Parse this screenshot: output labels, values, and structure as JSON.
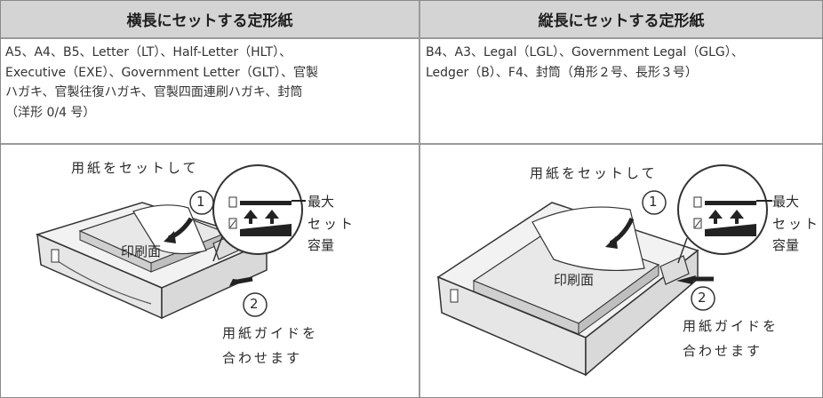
{
  "headers": {
    "landscape": "横長にセットする定形紙",
    "portrait": "縦長にセットする定形紙"
  },
  "landscape_paper_list": {
    "line1": "A5、A4、B5、Letter（LT）、Half-Letter（HLT）、",
    "line2": "Executive（EXE）、Government Letter（GLT）、官製",
    "line3": "ハガキ、官製往復ハガキ、官製四面連刷ハガキ、封筒",
    "line4": "（洋形 0/4 号）"
  },
  "portrait_paper_list": {
    "line1": "B4、A3、Legal（LGL）、Government Legal（GLG）、",
    "line2": "Ledger（B）、F4、封筒（角形２号、長形３号）"
  },
  "illustration_left": {
    "step1_text": "用紙をセットして",
    "step1_number": "1",
    "max_label_line1": "最大",
    "max_label_line2": "セット",
    "max_label_line3": "容量",
    "print_side_label": "印刷面",
    "step2_number": "2",
    "step2_line1": "用紙ガイドを",
    "step2_line2": "合わせます"
  },
  "illustration_right": {
    "step1_text": "用紙をセットして",
    "step1_number": "1",
    "max_label_line1": "最大",
    "max_label_line2": "セット",
    "max_label_line3": "容量",
    "print_side_label": "印刷面",
    "step2_number": "2",
    "step2_line1": "用紙ガイドを",
    "step2_line2": "合わせます"
  },
  "icons": [
    "paper-tray-icon",
    "arrow-icon",
    "max-capacity-mark-icon",
    "paper-guide-icon"
  ],
  "colors": {
    "header_bg": "#d4d4d4",
    "border": "#9a9a9a",
    "text": "#2a2a2a"
  }
}
